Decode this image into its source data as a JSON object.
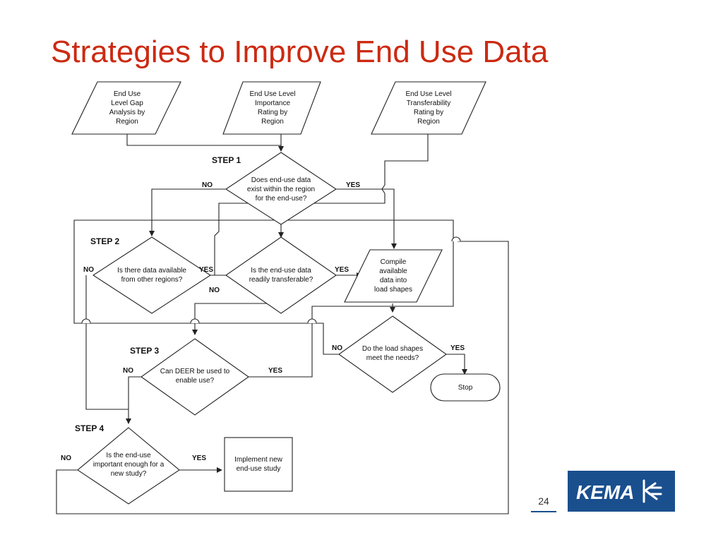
{
  "slide": {
    "title": "Strategies to Improve End Use Data",
    "page_number": "24"
  },
  "colors": {
    "title": "#cc2a12",
    "line": "#222222",
    "logo_background": "#1a4f8e",
    "logo_text": "#ffffff",
    "page_underline": "#1a4f8e"
  },
  "logo": {
    "text": "KEMA",
    "icon": "kema-arrows-icon"
  },
  "flowchart": {
    "inputs": {
      "gap": [
        "End Use",
        "Level Gap",
        "Analysis by",
        "Region"
      ],
      "importance": [
        "End Use Level",
        "Importance",
        "Rating by",
        "Region"
      ],
      "transferability": [
        "End Use Level",
        "Transferability",
        "Rating by",
        "Region"
      ]
    },
    "steps": {
      "step1": "STEP 1",
      "step2": "STEP 2",
      "step3": "STEP 3",
      "step4": "STEP 4"
    },
    "decisions": {
      "exist": [
        "Does end-use data",
        "exist within the region",
        "for the end-use?"
      ],
      "other_regions": [
        "Is there data available",
        "from other regions?"
      ],
      "transferable": [
        "Is the end-use data",
        "readily transferable?"
      ],
      "deer": [
        "Can DEER be used to",
        "enable use?"
      ],
      "meets_needs": [
        "Do the load shapes",
        "meet the needs?"
      ],
      "important": [
        "Is the end-use",
        "important enough for a",
        "new study?"
      ]
    },
    "compile": [
      "Compile",
      "available",
      "data into",
      "load shapes"
    ],
    "implement": [
      "Implement new",
      "end-use study"
    ],
    "stop": "Stop",
    "labels": {
      "no": "NO",
      "yes": "YES"
    }
  }
}
